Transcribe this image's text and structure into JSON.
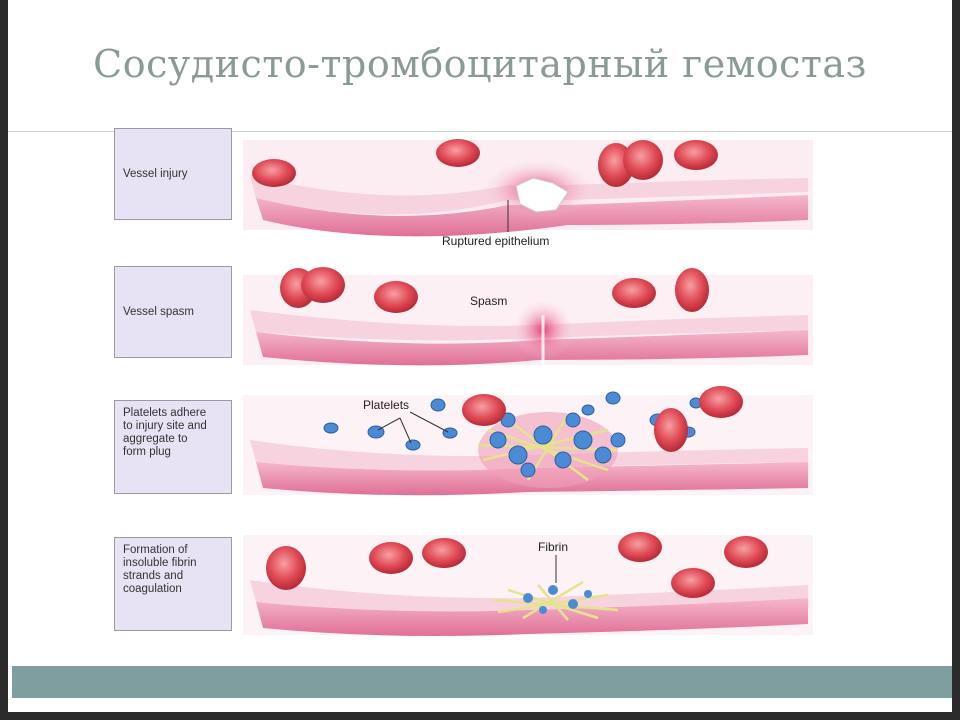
{
  "slide": {
    "title": "Сосудисто-тромбоцитарный гемостаз"
  },
  "panels": [
    {
      "label_lines": [
        "Vessel injury"
      ],
      "annotation": "Ruptured epithelium"
    },
    {
      "label_lines": [
        "Vessel spasm"
      ],
      "annotation": "Spasm"
    },
    {
      "label_lines": [
        "Platelets adhere",
        "to injury site and",
        "aggregate to",
        "form plug"
      ],
      "annotation": "Platelets"
    },
    {
      "label_lines": [
        "Formation of",
        "insoluble fibrin",
        "strands and",
        "coagulation"
      ],
      "annotation": "Fibrin"
    }
  ],
  "colors": {
    "vessel_wall": "#e97aa0",
    "vessel_inner": "#f7d3df",
    "red_cell": "#e0424e",
    "platelet": "#4b8bd6",
    "fibrin": "#e8e79a",
    "accent_bar": "#7e9ea0",
    "title": "#8a9a97"
  }
}
